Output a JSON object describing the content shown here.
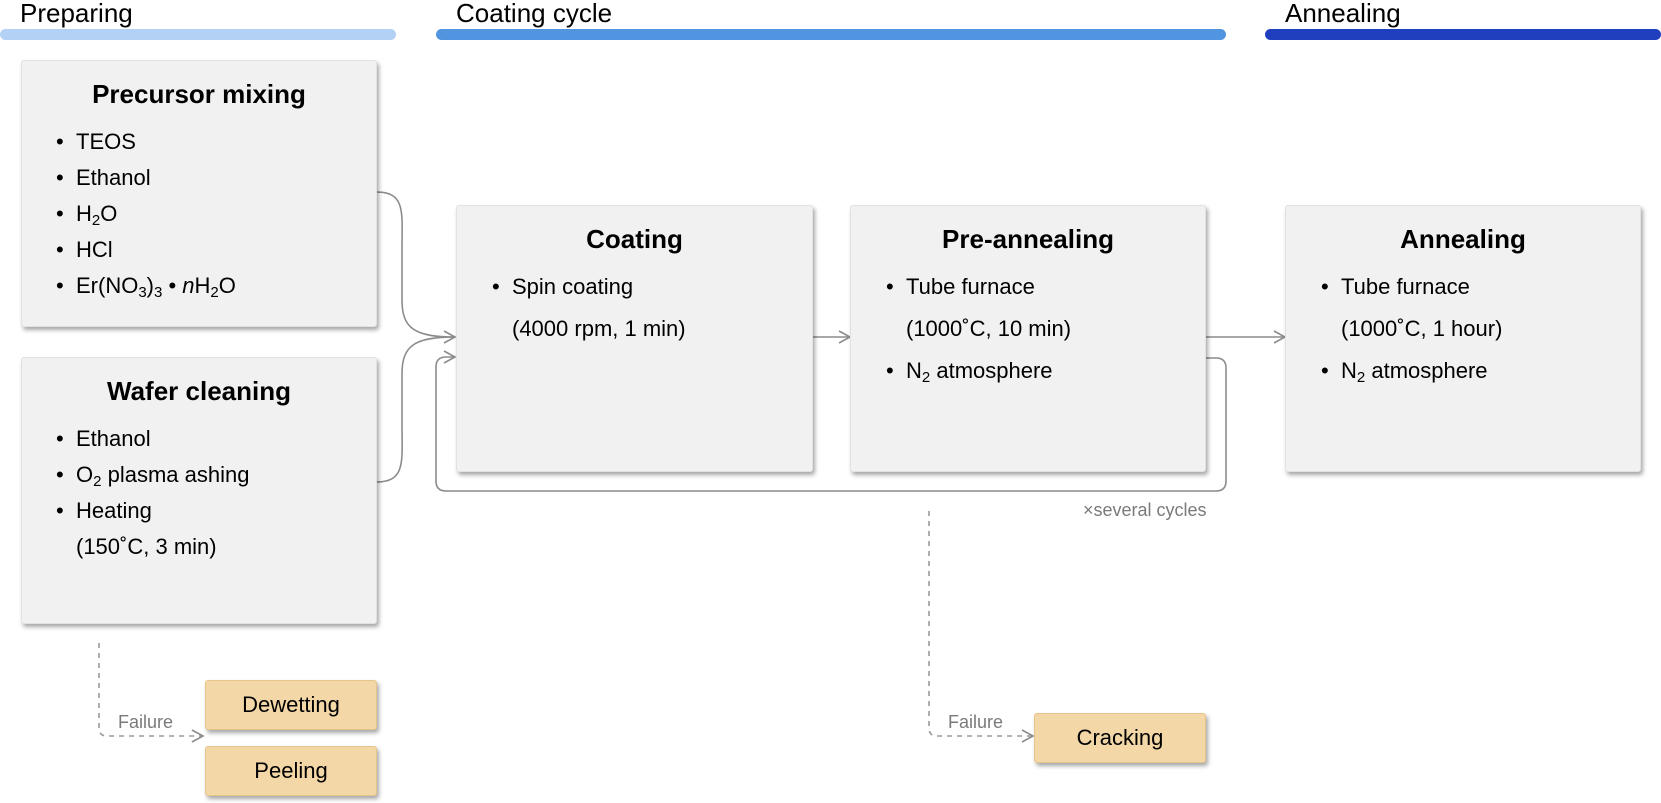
{
  "stages": [
    {
      "label": "Preparing",
      "color": "#b3d1f5"
    },
    {
      "label": "Coating cycle",
      "color": "#5194e0"
    },
    {
      "label": "Annealing",
      "color": "#1f3fbf"
    }
  ],
  "boxes": {
    "precursor": {
      "title": "Precursor mixing",
      "items": [
        "TEOS",
        "Ethanol",
        "H2O",
        "HCl",
        "Er(NO3)3 • nH2O"
      ]
    },
    "wafer": {
      "title": "Wafer cleaning",
      "items": [
        "Ethanol",
        "O2 plasma ashing",
        "Heating",
        "(150˚C, 3 min)"
      ]
    },
    "coating": {
      "title": "Coating",
      "items": [
        "Spin coating",
        "(4000 rpm, 1 min)"
      ]
    },
    "preanneal": {
      "title": "Pre-annealing",
      "items": [
        "Tube furnace",
        "(1000˚C, 10 min)",
        "N2 atmosphere"
      ]
    },
    "anneal": {
      "title": "Annealing",
      "items": [
        "Tube furnace",
        "(1000˚C, 1 hour)",
        "N2 atmosphere"
      ]
    }
  },
  "cycle_note": {
    "symbol": "×",
    "text": "several cycles"
  },
  "failures": {
    "label": "Failure",
    "prep": [
      "Dewetting",
      "Peeling"
    ],
    "cycle": [
      "Cracking"
    ]
  }
}
